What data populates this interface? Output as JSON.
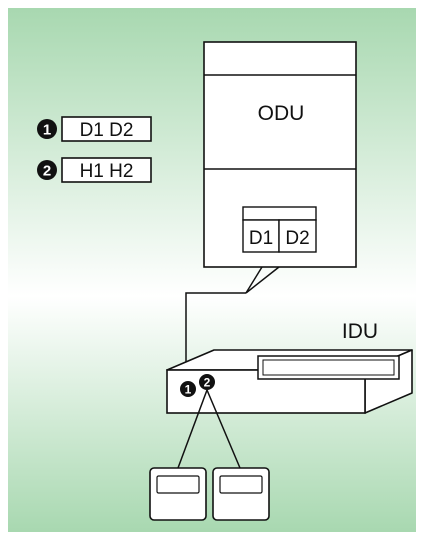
{
  "colors": {
    "background_edge": "#a8d8b0",
    "background_center": "#ffffff",
    "line": "#111111",
    "unit_fill": "#ffffff",
    "badge_fill": "#111111",
    "badge_text": "#ffffff"
  },
  "legend": [
    {
      "number": "1",
      "label": "D1 D2"
    },
    {
      "number": "2",
      "label": "H1 H2"
    }
  ],
  "odu": {
    "label": "ODU",
    "terminals": [
      "D1",
      "D2"
    ]
  },
  "idu": {
    "label": "IDU",
    "terminal_badges": [
      "1",
      "2"
    ]
  },
  "controllers": [
    {
      "name": "wired-controller-left"
    },
    {
      "name": "wired-controller-right"
    }
  ]
}
